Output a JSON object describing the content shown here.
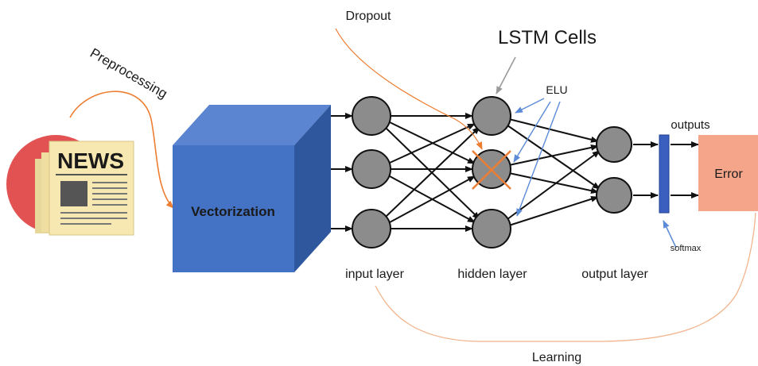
{
  "labels": {
    "preprocessing": "Preprocessing",
    "dropout": "Dropout",
    "lstm_cells": "LSTM Cells",
    "elu": "ELU",
    "outputs": "outputs",
    "vectorization": "Vectorization",
    "error": "Error",
    "softmax": "softmax",
    "input_layer": "input layer",
    "hidden_layer": "hidden layer",
    "output_layer": "output layer",
    "learning": "Learning",
    "news": "NEWS"
  },
  "colors": {
    "cube_front": "#4472c4",
    "cube_top": "#5b85d1",
    "cube_side": "#2f579e",
    "neuron_fill": "#8c8c8c",
    "error_fill": "#f4a58a",
    "softmax_bar": "#3a5fbf",
    "arrow_orange": "#ed7d31",
    "arrow_blue": "#5b8bd6",
    "news_circle": "#e25252",
    "paper": "#f7e7b0",
    "learning_curve": "#f2b48d"
  }
}
